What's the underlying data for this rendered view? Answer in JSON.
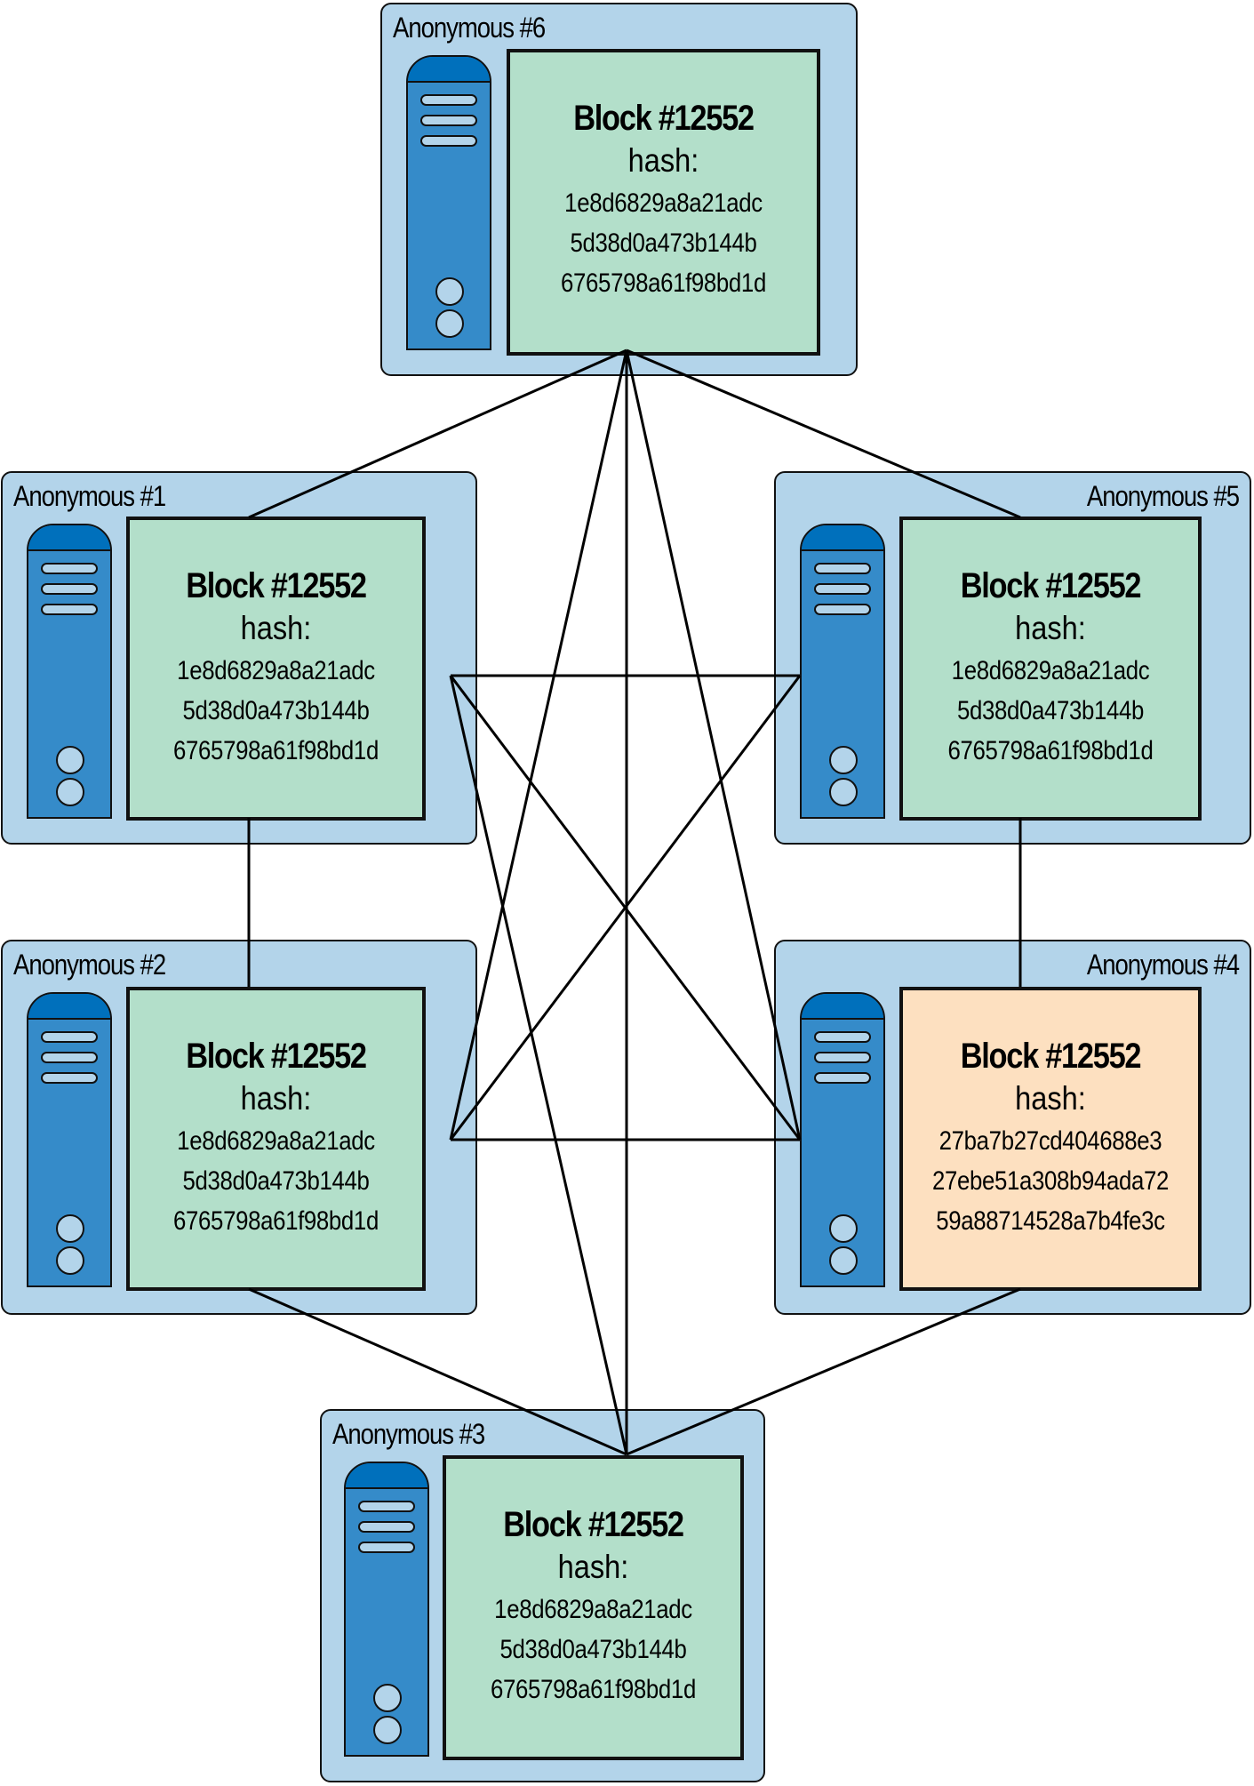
{
  "diagram": {
    "type": "peer-to-peer blockchain network",
    "colors": {
      "node_background": "#b3d4ea",
      "server_body": "#358bc9",
      "server_cap": "#0070bc",
      "block_consensus": "#b3dfca",
      "block_divergent": "#fde0c0",
      "line": "#000000"
    },
    "nodes": [
      {
        "id": "n6",
        "label": "Anonymous #6",
        "block_title": "Block #12552",
        "hash_label": "hash:",
        "hash_lines": [
          "1e8d6829a8a21adc",
          "5d38d0a473b144b",
          "6765798a61f98bd1d"
        ],
        "status": "consensus"
      },
      {
        "id": "n1",
        "label": "Anonymous #1",
        "block_title": "Block #12552",
        "hash_label": "hash:",
        "hash_lines": [
          "1e8d6829a8a21adc",
          "5d38d0a473b144b",
          "6765798a61f98bd1d"
        ],
        "status": "consensus"
      },
      {
        "id": "n5",
        "label": "Anonymous #5",
        "block_title": "Block #12552",
        "hash_label": "hash:",
        "hash_lines": [
          "1e8d6829a8a21adc",
          "5d38d0a473b144b",
          "6765798a61f98bd1d"
        ],
        "status": "consensus"
      },
      {
        "id": "n2",
        "label": "Anonymous #2",
        "block_title": "Block #12552",
        "hash_label": "hash:",
        "hash_lines": [
          "1e8d6829a8a21adc",
          "5d38d0a473b144b",
          "6765798a61f98bd1d"
        ],
        "status": "consensus"
      },
      {
        "id": "n4",
        "label": "Anonymous #4",
        "block_title": "Block #12552",
        "hash_label": "hash:",
        "hash_lines": [
          "27ba7b27cd404688e3",
          "27ebe51a308b94ada72",
          "59a88714528a7b4fe3c"
        ],
        "status": "divergent"
      },
      {
        "id": "n3",
        "label": "Anonymous #3",
        "block_title": "Block #12552",
        "hash_label": "hash:",
        "hash_lines": [
          "1e8d6829a8a21adc",
          "5d38d0a473b144b",
          "6765798a61f98bd1d"
        ],
        "status": "consensus"
      }
    ],
    "edges": [
      [
        "n6",
        "n1"
      ],
      [
        "n6",
        "n5"
      ],
      [
        "n6",
        "n2"
      ],
      [
        "n6",
        "n4"
      ],
      [
        "n6",
        "n3"
      ],
      [
        "n1",
        "n2"
      ],
      [
        "n1",
        "n5"
      ],
      [
        "n1",
        "n4"
      ],
      [
        "n1",
        "n3"
      ],
      [
        "n5",
        "n2"
      ],
      [
        "n5",
        "n4"
      ],
      [
        "n2",
        "n4"
      ],
      [
        "n2",
        "n3"
      ],
      [
        "n4",
        "n3"
      ]
    ]
  }
}
